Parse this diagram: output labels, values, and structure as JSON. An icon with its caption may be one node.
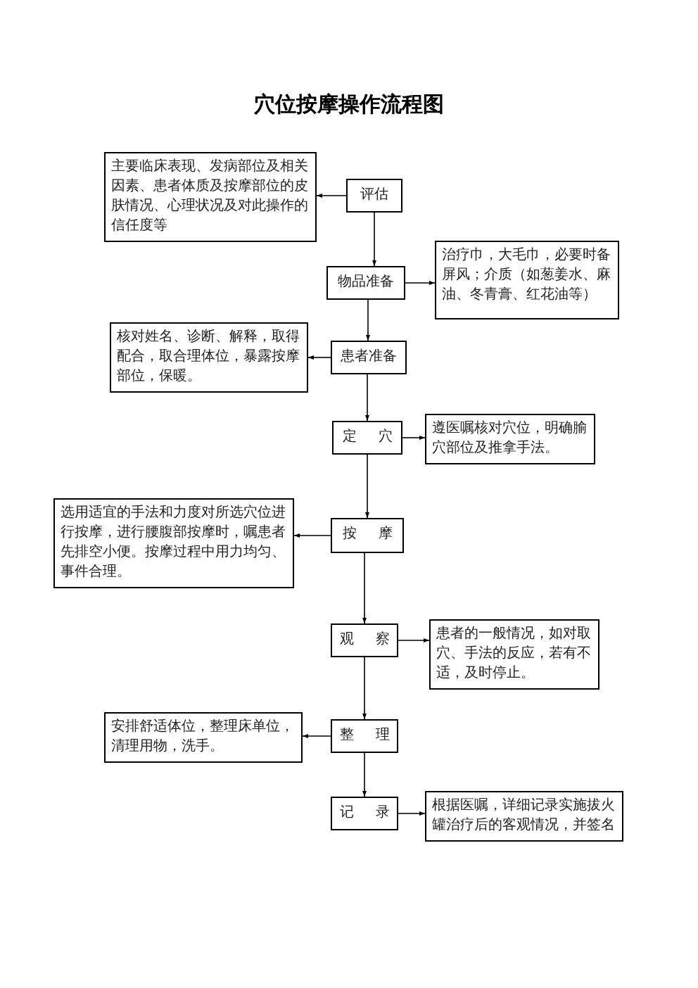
{
  "diagram": {
    "title": "穴位按摩操作流程图",
    "nodes": [
      {
        "text": [
          "主要临床表现、发病部位及相关因素、患者体质及按摩部位的皮肤情况、心理状况及对此操作的信任度等"
        ]
      },
      {
        "text": [
          "评估"
        ]
      },
      {
        "text": [
          "物品准备"
        ]
      },
      {
        "text": [
          "治疗巾，大毛巾，必要时备屏风；介质（如葱姜水、麻油、冬青膏、红花油等）"
        ]
      },
      {
        "text": [
          "核对姓名、诊断、解释，取得配合，取合理体位，暴露按摩部位，保暖。"
        ]
      },
      {
        "text": [
          "患者准备"
        ]
      },
      {
        "text": [
          "定 穴"
        ]
      },
      {
        "text": [
          "遵医嘱核对穴位，明确腧穴部位及推拿手法。"
        ]
      },
      {
        "text": [
          "选用适宜的手法和力度对所选穴位进行按摩，进行腰腹部按摩时，嘱患者先排空小便。按摩过程中用力均匀、事件合理。"
        ]
      },
      {
        "text": [
          "按 摩"
        ]
      },
      {
        "text": [
          "观 察"
        ]
      },
      {
        "text": [
          "患者的一般情况，如对取穴、手法的反应，若有不适，及时停止。"
        ]
      },
      {
        "text": [
          "安排舒适体位，整理床单位，清理用物，洗手。"
        ]
      },
      {
        "text": [
          "整 理"
        ]
      },
      {
        "text": [
          "记 录"
        ]
      },
      {
        "text": [
          "根据医嘱，详细记录实施拔火罐治疗后的客观情况，并签名"
        ]
      }
    ],
    "edges": [
      {
        "from": 1,
        "to": 0,
        "arrow": "to"
      },
      {
        "from": 1,
        "to": 2,
        "arrow": "to"
      },
      {
        "from": 2,
        "to": 3,
        "arrow": "to"
      },
      {
        "from": 2,
        "to": 5,
        "arrow": "to"
      },
      {
        "from": 5,
        "to": 4,
        "arrow": "to"
      },
      {
        "from": 5,
        "to": 6,
        "arrow": "to"
      },
      {
        "from": 6,
        "to": 7,
        "arrow": "to"
      },
      {
        "from": 6,
        "to": 9,
        "arrow": "to"
      },
      {
        "from": 9,
        "to": 8,
        "arrow": "to"
      },
      {
        "from": 9,
        "to": 10,
        "arrow": "to"
      },
      {
        "from": 10,
        "to": 11,
        "arrow": "to"
      },
      {
        "from": 10,
        "to": 13,
        "arrow": "to"
      },
      {
        "from": 13,
        "to": 12,
        "arrow": "to"
      },
      {
        "from": 13,
        "to": 14,
        "arrow": "to"
      },
      {
        "from": 14,
        "to": 15,
        "arrow": "to"
      }
    ]
  }
}
